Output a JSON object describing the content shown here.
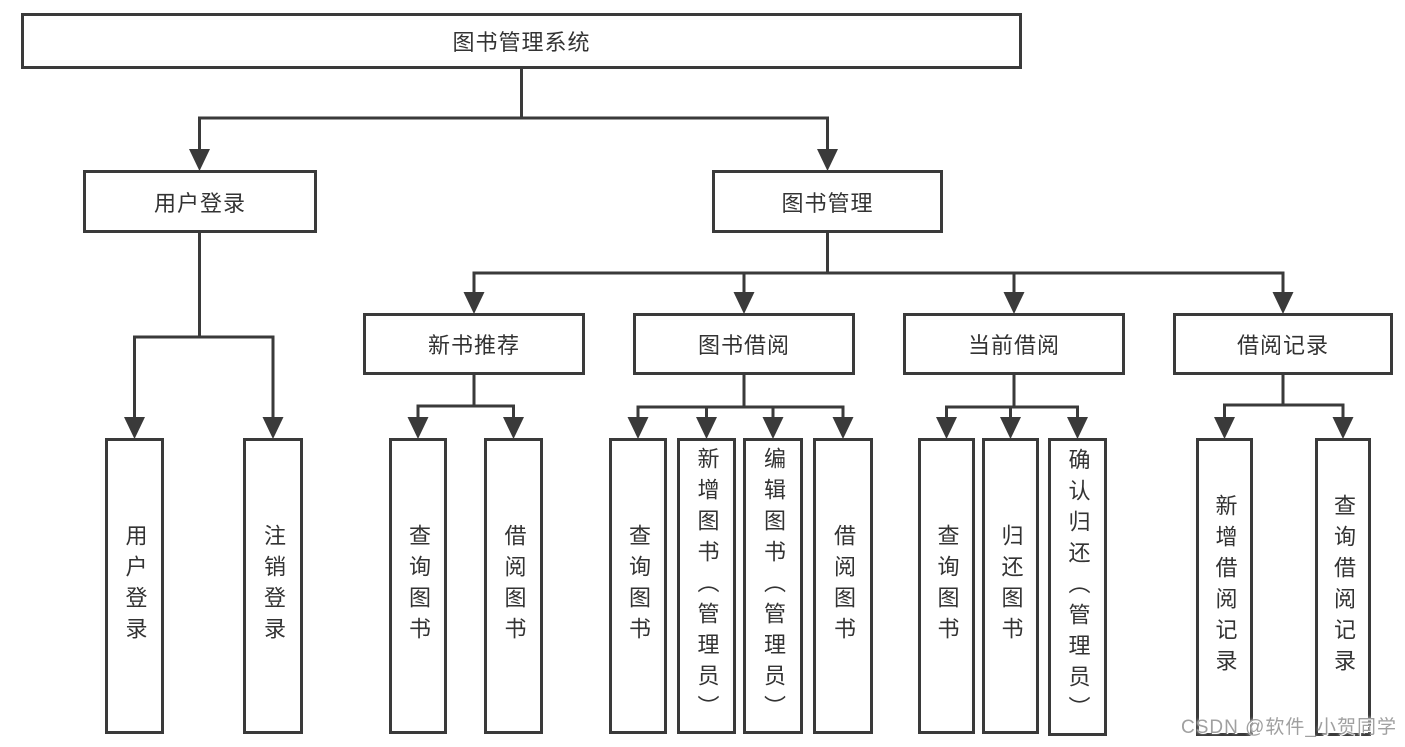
{
  "diagram": {
    "title_node": {
      "label": "图书管理系统"
    },
    "level2": [
      {
        "label": "用户登录"
      },
      {
        "label": "图书管理"
      }
    ],
    "level3": [
      {
        "label": "新书推荐",
        "parent": "图书管理"
      },
      {
        "label": "图书借阅",
        "parent": "图书管理"
      },
      {
        "label": "当前借阅",
        "parent": "图书管理"
      },
      {
        "label": "借阅记录",
        "parent": "图书管理"
      }
    ],
    "leaves": [
      {
        "label": "用户登录",
        "parent": "用户登录"
      },
      {
        "label": "注销登录",
        "parent": "用户登录"
      },
      {
        "label": "查询图书",
        "parent": "新书推荐"
      },
      {
        "label": "借阅图书",
        "parent": "新书推荐"
      },
      {
        "label": "查询图书",
        "parent": "图书借阅"
      },
      {
        "label": "新增图书（管理员）",
        "parent": "图书借阅"
      },
      {
        "label": "编辑图书（管理员）",
        "parent": "图书借阅"
      },
      {
        "label": "借阅图书",
        "parent": "图书借阅"
      },
      {
        "label": "查询图书",
        "parent": "当前借阅"
      },
      {
        "label": "归还图书",
        "parent": "当前借阅"
      },
      {
        "label": "确认归还（管理员）",
        "parent": "当前借阅"
      },
      {
        "label": "新增借阅记录",
        "parent": "借阅记录"
      },
      {
        "label": "查询借阅记录",
        "parent": "借阅记录"
      }
    ],
    "colors": {
      "line": "#3a3a3a",
      "text": "#333333",
      "background": "#ffffff"
    }
  },
  "watermark": {
    "text": "CSDN @软件_小贺同学",
    "color": "#a0a0a0"
  }
}
